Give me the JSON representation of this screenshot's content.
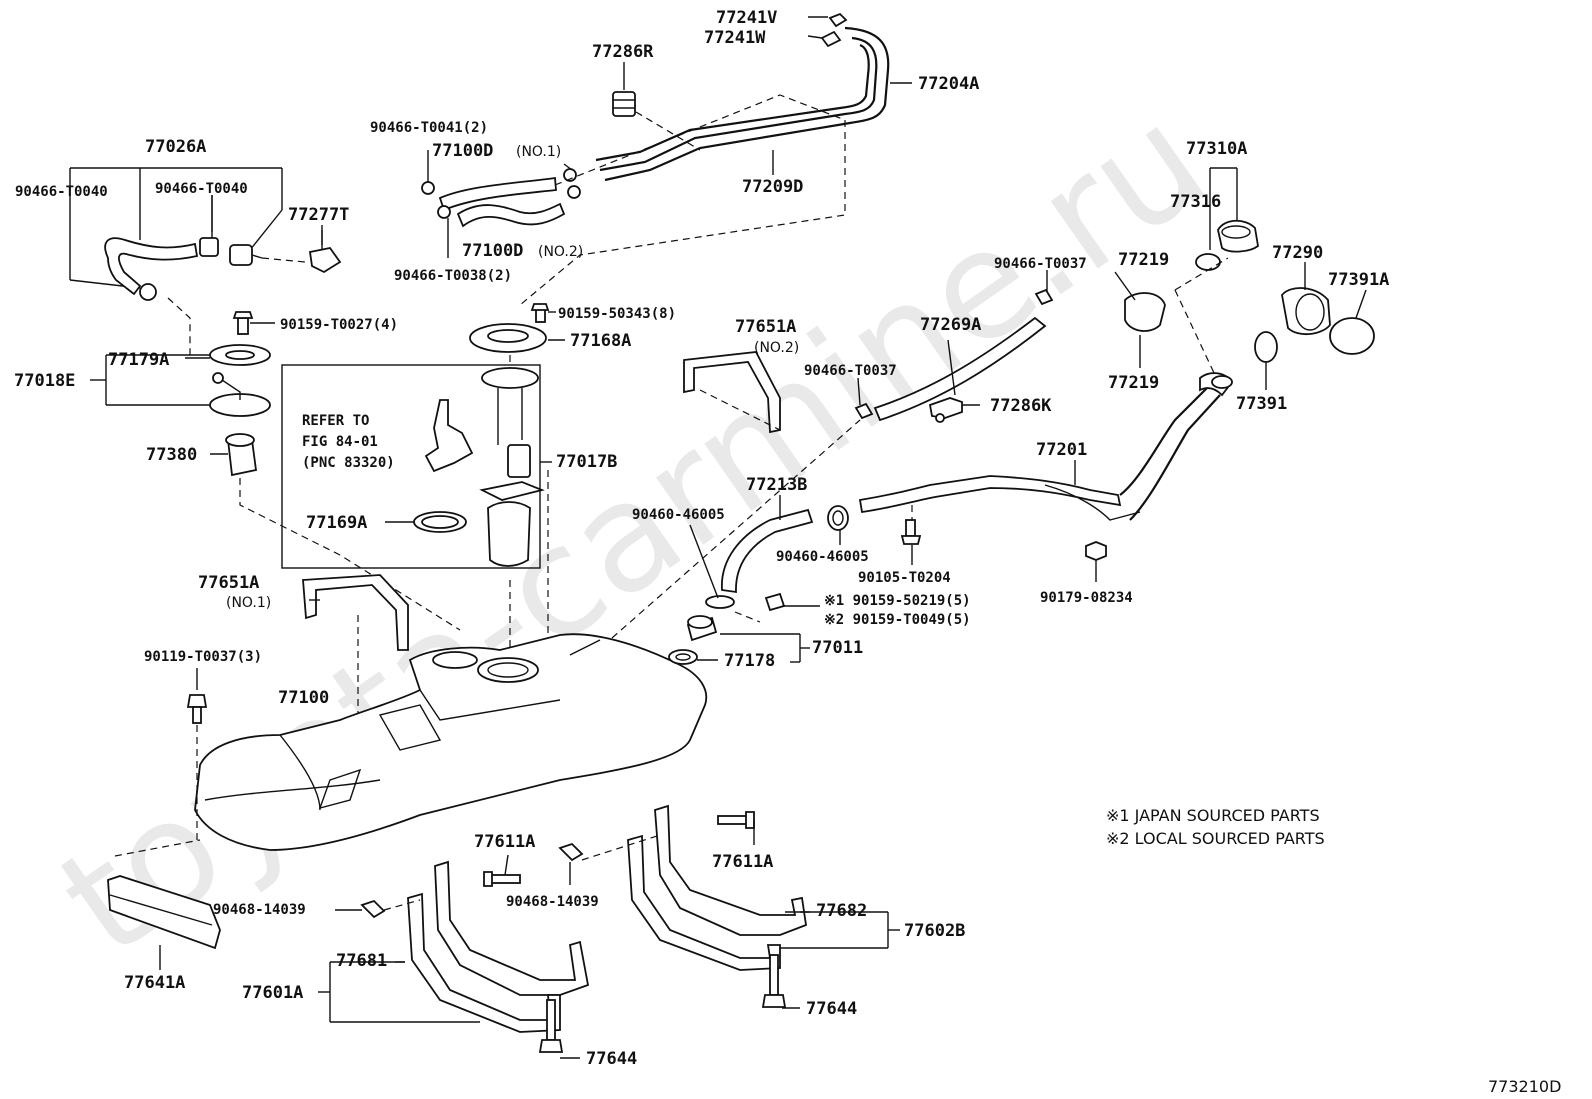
{
  "watermark": "toyota-carmine.ru",
  "figure_code": "773210D",
  "notes": {
    "note1": "※1 JAPAN SOURCED PARTS",
    "note2": "※2 LOCAL SOURCED PARTS"
  },
  "refer": {
    "line1": "REFER TO",
    "line2": "FIG 84-01",
    "line3": "(PNC 83320)"
  },
  "labels": {
    "p77241V": "77241V",
    "p77241W": "77241W",
    "p77286R": "77286R",
    "p77204A": "77204A",
    "p90466_T0041": "90466-T0041(2)",
    "p77100D_1": "77100D",
    "p77100D_1_sub": "(NO.1)",
    "p77209D": "77209D",
    "p77100D_2": "77100D",
    "p77100D_2_sub": "(NO.2)",
    "p90466_T0038": "90466-T0038(2)",
    "p77026A": "77026A",
    "p90466_T0040_a": "90466-T0040",
    "p90466_T0040_b": "90466-T0040",
    "p77277T": "77277T",
    "p90159_50343": "90159-50343(8)",
    "p77168A": "77168A",
    "p90159_T0027": "90159-T0027(4)",
    "p77179A": "77179A",
    "p77018E": "77018E",
    "p77380": "77380",
    "p77017B": "77017B",
    "p77169A": "77169A",
    "p77310A": "77310A",
    "p77316": "77316",
    "p77219_a": "77219",
    "p77290": "77290",
    "p77391A": "77391A",
    "p90466_T0037_a": "90466-T0037",
    "p77269A": "77269A",
    "p77651A_2": "77651A",
    "p77651A_2_sub": "(NO.2)",
    "p90466_T0037_b": "90466-T0037",
    "p77286K": "77286K",
    "p77219_b": "77219",
    "p77391": "77391",
    "p77201": "77201",
    "p77213B": "77213B",
    "p90460_46005_a": "90460-46005",
    "p90460_46005_b": "90460-46005",
    "p90105_T0204": "90105-T0204",
    "p90179_08234": "90179-08234",
    "p90159_50219": "※1 90159-50219(5)",
    "p90159_T0049": "※2 90159-T0049(5)",
    "p77651A_1": "77651A",
    "p77651A_1_sub": "(NO.1)",
    "p90119_T0037": "90119-T0037(3)",
    "p77100": "77100",
    "p77178": "77178",
    "p77011": "77011",
    "p77611A_a": "77611A",
    "p77611A_b": "77611A",
    "p90468_14039_a": "90468-14039",
    "p90468_14039_b": "90468-14039",
    "p77682": "77682",
    "p77602B": "77602B",
    "p77681": "77681",
    "p77601A": "77601A",
    "p77641A": "77641A",
    "p77644_a": "77644",
    "p77644_b": "77644"
  }
}
